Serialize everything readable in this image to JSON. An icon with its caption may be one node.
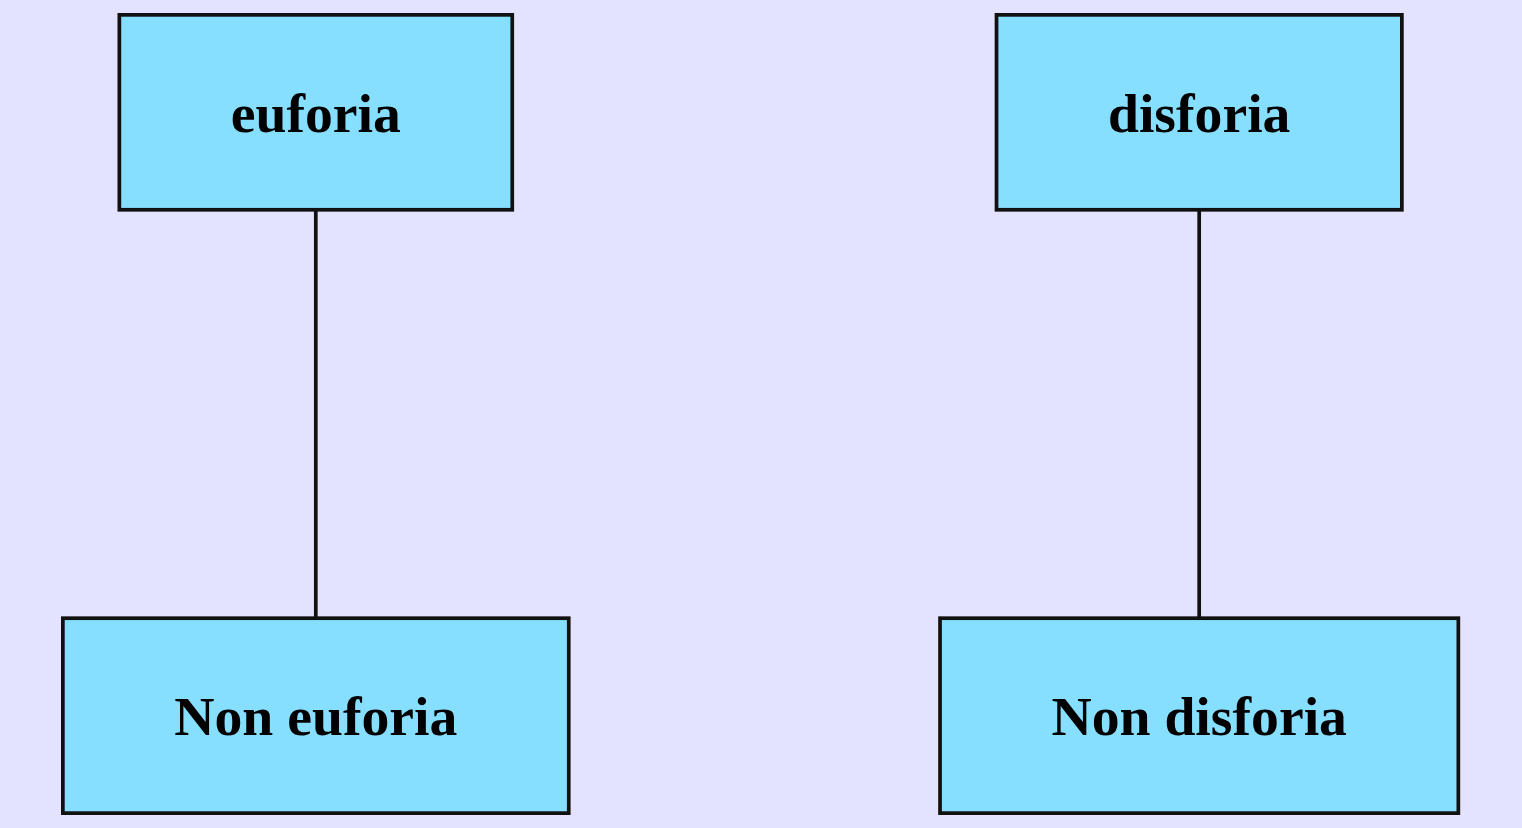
{
  "diagram": {
    "nodes": [
      {
        "text": [
          "euforia"
        ]
      },
      {
        "text": [
          "disforia"
        ]
      },
      {
        "text": [
          "Non disforia"
        ]
      },
      {
        "text": [
          "Non euforia"
        ]
      }
    ],
    "edges": [
      {
        "from": 0,
        "to": 3,
        "arrow": "none"
      },
      {
        "from": 1,
        "to": 2,
        "arrow": "none"
      }
    ]
  }
}
